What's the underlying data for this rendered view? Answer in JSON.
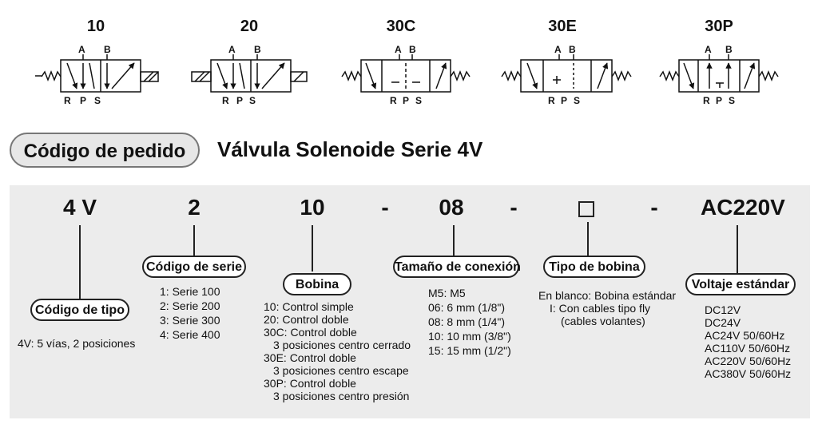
{
  "valves": [
    {
      "model": "10",
      "ports_top": [
        "A",
        "B"
      ],
      "ports_bottom": [
        "R",
        "P",
        "S"
      ]
    },
    {
      "model": "20",
      "ports_top": [
        "A",
        "B"
      ],
      "ports_bottom": [
        "R",
        "P",
        "S"
      ]
    },
    {
      "model": "30C",
      "ports_top": [
        "A",
        "B"
      ],
      "ports_bottom": [
        "R",
        "P",
        "S"
      ]
    },
    {
      "model": "30E",
      "ports_top": [
        "A",
        "B"
      ],
      "ports_bottom": [
        "R",
        "P",
        "S"
      ]
    },
    {
      "model": "30P",
      "ports_top": [
        "A",
        "B"
      ],
      "ports_bottom": [
        "R",
        "P",
        "S"
      ]
    }
  ],
  "header": {
    "pill_label": "Código de pedido",
    "title": "Válvula Solenoide Serie 4V"
  },
  "code": {
    "parts": [
      "4 V",
      "2",
      "10",
      "-",
      "08",
      "-",
      "",
      "-",
      "AC220V"
    ],
    "blank_icon": "empty-square-icon"
  },
  "sections": {
    "tipo": {
      "label": "Código de tipo",
      "items": [
        "4V: 5 vías, 2 posiciones"
      ]
    },
    "serie": {
      "label": "Código de serie",
      "items": [
        "1: Serie 100",
        "2: Serie 200",
        "3: Serie 300",
        "4: Serie 400"
      ]
    },
    "bobina": {
      "label": "Bobina",
      "items": [
        "10: Control simple",
        "20: Control doble",
        "30C: Control doble",
        "3 posiciones centro cerrado",
        "30E: Control doble",
        "3 posiciones centro escape",
        "30P: Control doble",
        "3 posiciones centro presión"
      ]
    },
    "conexion": {
      "label": "Tamaño de conexión",
      "items": [
        "M5: M5",
        "06: 6 mm (1/8\")",
        "08: 8 mm (1/4\")",
        "10: 10 mm (3/8\")",
        "15: 15 mm (1/2\")"
      ]
    },
    "tipo_bobina": {
      "label": "Tipo de bobina",
      "items": [
        "En blanco: Bobina estándar",
        "I: Con cables tipo fly",
        "(cables volantes)"
      ]
    },
    "voltaje": {
      "label": "Voltaje estándar",
      "items": [
        "DC12V",
        "DC24V",
        "AC24V 50/60Hz",
        "AC110V 50/60Hz",
        "AC220V 50/60Hz",
        "AC380V 50/60Hz"
      ]
    }
  }
}
